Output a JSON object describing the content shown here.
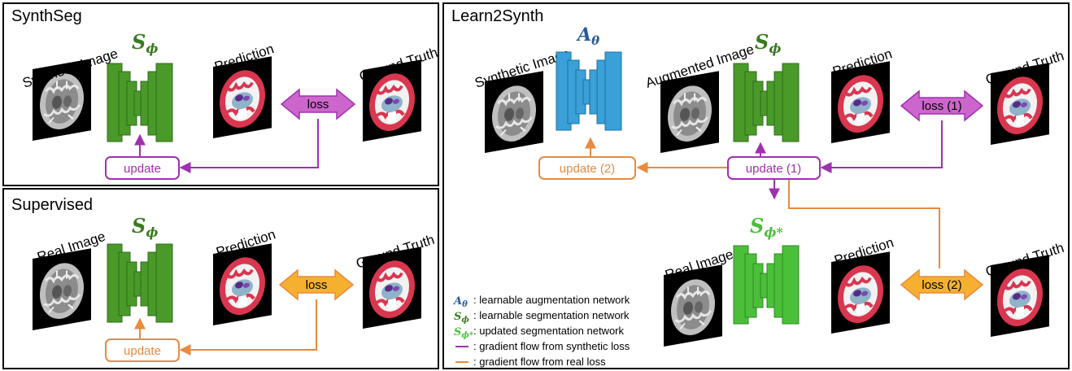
{
  "panels": {
    "synthseg": {
      "title": "SynthSeg",
      "input_label": "Synthetic Image",
      "net_label": "S",
      "net_sub": "ϕ",
      "pred_label": "Prediction",
      "gt_label": "Ground Truth",
      "loss_label": "loss",
      "update_label": "update"
    },
    "supervised": {
      "title": "Supervised",
      "input_label": "Real Image",
      "net_label": "S",
      "net_sub": "ϕ",
      "pred_label": "Prediction",
      "gt_label": "Ground Truth",
      "loss_label": "loss",
      "update_label": "update"
    },
    "learn2synth": {
      "title": "Learn2Synth",
      "input_label": "Synthetic Image",
      "aug_net_label": "A",
      "aug_net_sub": "θ",
      "aug_image_label": "Augmented Image",
      "net_label": "S",
      "net_sub": "ϕ",
      "pred_label": "Prediction",
      "gt_label": "Ground Truth",
      "loss1_label": "loss (1)",
      "update1_label": "update (1)",
      "update2_label": "update (2)",
      "real_label": "Real Image",
      "upd_net_label": "S",
      "upd_net_sub": "ϕ*",
      "pred2_label": "Prediction",
      "gt2_label": "Ground Truth",
      "loss2_label": "loss (2)"
    }
  },
  "legend": [
    {
      "symbol": "A",
      "sub": "θ",
      "text": ": learnable augmentation network"
    },
    {
      "symbol": "S",
      "sub": "ϕ",
      "text": ": learnable segmentation network"
    },
    {
      "symbol": "S",
      "sub": "ϕ*",
      "text": ": updated segmentation network"
    },
    {
      "line": "purple",
      "text": ": gradient flow from synthetic loss"
    },
    {
      "line": "orange",
      "text": ": gradient flow from real loss"
    }
  ],
  "colors": {
    "seg_net": "#4a9a2a",
    "seg_net_dark": "#2e6b1a",
    "upd_net": "#4bbf3a",
    "aug_net": "#3aa0d8",
    "aug_net_dark": "#1f6f9e",
    "purple": "#a030b0",
    "purple_fill": "#cc66cc",
    "orange": "#e88a40",
    "orange_fill": "#f5b030",
    "net_label_green": "#3a7a20",
    "net_label_blue": "#2a5a9a"
  }
}
